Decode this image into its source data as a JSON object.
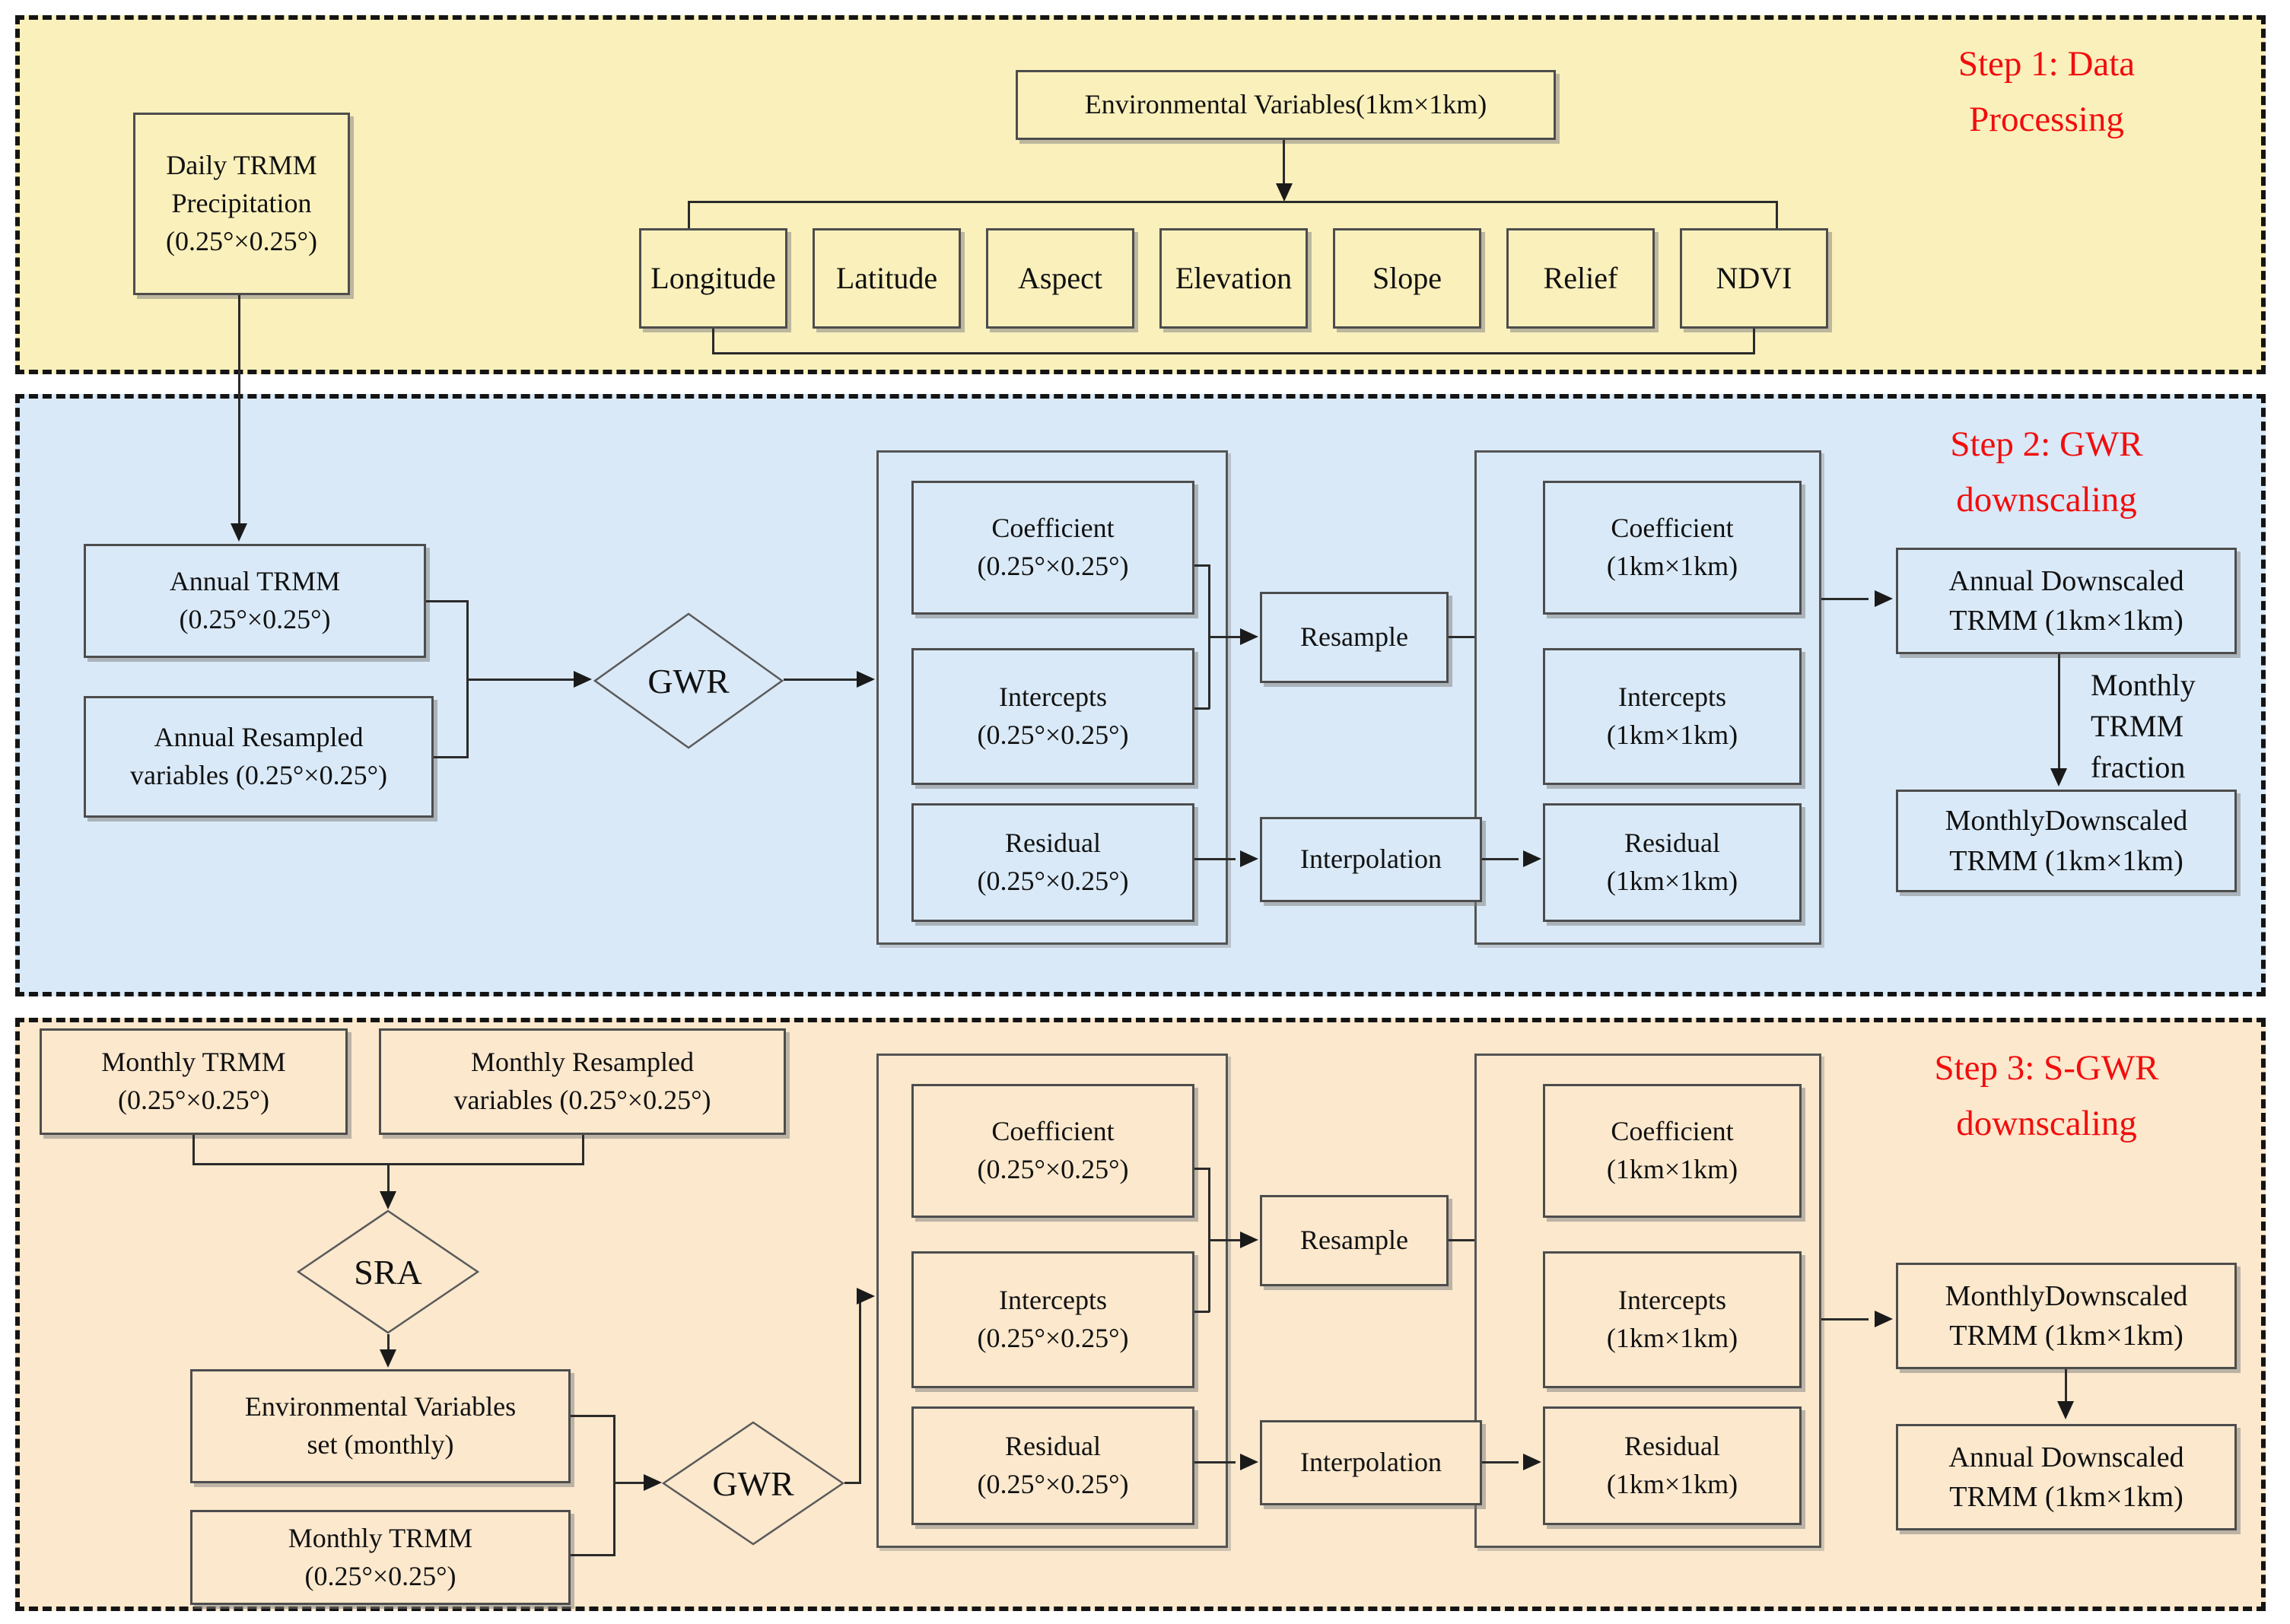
{
  "figure_title": "TRMM precipitation GWR downscaling flowchart",
  "palette": {
    "step1_fill": "#FAF0BC",
    "step2_fill": "#D9E9F7",
    "step3_fill": "#FBE8CD",
    "accent_red": "#F20D0D",
    "line_color": "#2b2b2b"
  },
  "step1": {
    "title_lines": [
      "Step 1:  Data",
      "Processing"
    ],
    "daily_trmm": {
      "lines": [
        "Daily TRMM",
        "Precipitation",
        "(0.25°×0.25°)"
      ]
    },
    "env_vars": {
      "label": "Environmental Variables(1km×1km)"
    },
    "variables": [
      "Longitude",
      "Latitude",
      "Aspect",
      "Elevation",
      "Slope",
      "Relief",
      "NDVI"
    ]
  },
  "step2": {
    "title_lines": [
      "Step 2:  GWR",
      "downscaling"
    ],
    "annual_trmm": {
      "lines": [
        "Annual TRMM",
        "(0.25°×0.25°)"
      ]
    },
    "annual_resampled": {
      "lines": [
        "Annual Resampled",
        "variables (0.25°×0.25°)"
      ]
    },
    "gwr": "GWR",
    "coefficient_coarse": {
      "lines": [
        "Coefficient",
        "(0.25°×0.25°)"
      ]
    },
    "intercepts_coarse": {
      "lines": [
        "Intercepts",
        "(0.25°×0.25°)"
      ]
    },
    "residual_coarse": {
      "lines": [
        "Residual",
        "(0.25°×0.25°)"
      ]
    },
    "resample": "Resample",
    "interpolation": "Interpolation",
    "coefficient_fine": {
      "lines": [
        "Coefficient",
        "(1km×1km)"
      ]
    },
    "intercepts_fine": {
      "lines": [
        "Intercepts",
        "(1km×1km)"
      ]
    },
    "residual_fine": {
      "lines": [
        "Residual",
        "(1km×1km)"
      ]
    },
    "annual_downscaled": {
      "lines": [
        "Annual Downscaled",
        "TRMM (1km×1km)"
      ]
    },
    "fraction_label_lines": [
      "Monthly",
      "TRMM",
      "fraction"
    ],
    "monthly_downscaled": {
      "lines": [
        "MonthlyDownscaled",
        "TRMM (1km×1km)"
      ]
    }
  },
  "step3": {
    "title_lines": [
      "Step 3:  S-GWR",
      "downscaling"
    ],
    "monthly_trmm_top": {
      "lines": [
        "Monthly TRMM",
        "(0.25°×0.25°)"
      ]
    },
    "monthly_resampled": {
      "lines": [
        "Monthly Resampled",
        "variables (0.25°×0.25°)"
      ]
    },
    "sra": "SRA",
    "env_set": {
      "lines": [
        "Environmental Variables",
        "set (monthly)"
      ]
    },
    "monthly_trmm_bottom": {
      "lines": [
        "Monthly TRMM",
        "(0.25°×0.25°)"
      ]
    },
    "gwr": "GWR",
    "coefficient_coarse": {
      "lines": [
        "Coefficient",
        "(0.25°×0.25°)"
      ]
    },
    "intercepts_coarse": {
      "lines": [
        "Intercepts",
        "(0.25°×0.25°)"
      ]
    },
    "residual_coarse": {
      "lines": [
        "Residual",
        "(0.25°×0.25°)"
      ]
    },
    "resample": "Resample",
    "interpolation": "Interpolation",
    "coefficient_fine": {
      "lines": [
        "Coefficient",
        "(1km×1km)"
      ]
    },
    "intercepts_fine": {
      "lines": [
        "Intercepts",
        "(1km×1km)"
      ]
    },
    "residual_fine": {
      "lines": [
        "Residual",
        "(1km×1km)"
      ]
    },
    "monthly_downscaled": {
      "lines": [
        "MonthlyDownscaled",
        "TRMM (1km×1km)"
      ]
    },
    "annual_downscaled": {
      "lines": [
        "Annual Downscaled",
        "TRMM (1km×1km)"
      ]
    }
  }
}
